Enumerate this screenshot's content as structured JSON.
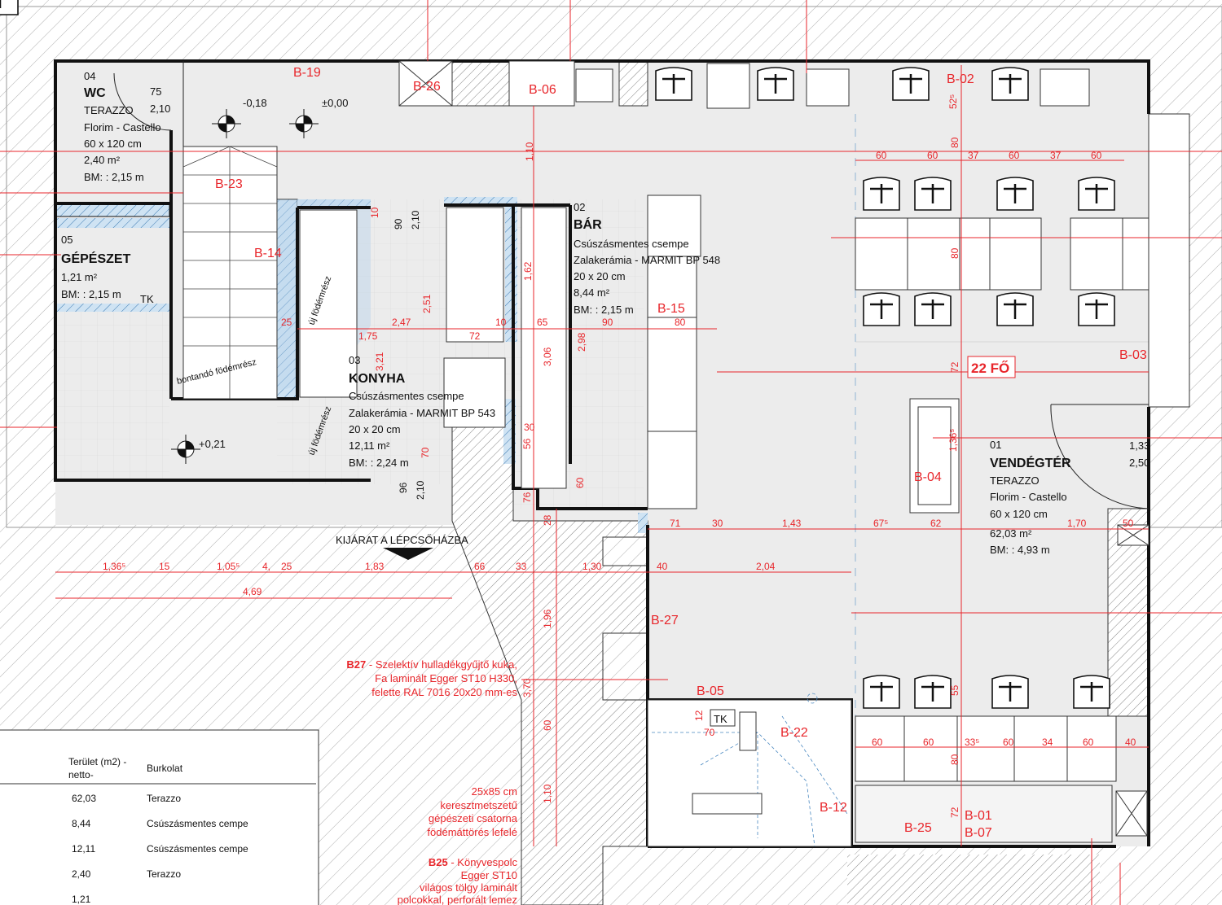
{
  "rooms": {
    "wc": {
      "no": "04",
      "name": "WC",
      "floor": "TERAZZO",
      "product": "Florim - Castello",
      "tile": "60 x 120 cm",
      "area": "2,40 m²",
      "bm": "BM: : 2,15 m",
      "door_w": "75",
      "door_h": "2,10"
    },
    "gepeszet": {
      "no": "05",
      "name": "GÉPÉSZET",
      "area": "1,21 m²",
      "bm": "BM: : 2,15 m",
      "tk": "TK"
    },
    "konyha": {
      "no": "03",
      "name": "KONYHA",
      "floor": "Csúszásmentes csempe",
      "product": "Zalakerámia - MARMIT BP 543",
      "tile": "20 x 20 cm",
      "area": "12,11 m²",
      "bm": "BM: : 2,24 m"
    },
    "bar": {
      "no": "02",
      "name": "BÁR",
      "floor": "Csúszásmentes csempe",
      "product": "Zalakerámia - MARMIT BP 548",
      "tile": "20 x 20 cm",
      "area": "8,44 m²",
      "bm": "BM: : 2,15 m"
    },
    "vendegter": {
      "no": "01",
      "name": "VENDÉGTÉR",
      "floor": "TERAZZO",
      "product": "Florim - Castello",
      "tile": "60 x 120 cm",
      "area": "62,03 m²",
      "bm": "BM: : 4,93 m"
    }
  },
  "tags": [
    "B-19",
    "B-26",
    "B-06",
    "B-02",
    "B-23",
    "B-14",
    "B-15",
    "B-03",
    "B-04",
    "B-27",
    "B-05",
    "B-22",
    "B-12",
    "B-25",
    "B-01",
    "B-07"
  ],
  "levels": [
    "-0,18",
    "±0,00",
    "+0,21"
  ],
  "labels": {
    "capacity": "22 FŐ",
    "exit": "KIJÁRAT A LÉPCSŐHÁZBA",
    "demolish": "bontandó födémrész",
    "new_slab": "új födémrész",
    "tk": "TK"
  },
  "dims_row1": [
    "1,36⁵",
    "15",
    "1,05⁵",
    "4,",
    "25",
    "1,83",
    "66",
    "33",
    "1,30",
    "40",
    "2,04"
  ],
  "dims_total": "4,69",
  "dims_row2": [
    "71",
    "30",
    "1,43",
    "67⁵",
    "62",
    "1,70",
    "50"
  ],
  "seat_dims_top": [
    "60",
    "60",
    "37",
    "60",
    "37",
    "60"
  ],
  "seat_dims_bottom": [
    "60",
    "60",
    "33⁵",
    "60",
    "34",
    "60",
    "40"
  ],
  "dims_misc": [
    "1,10",
    "2,51",
    "2,47",
    "1,75",
    "72",
    "10",
    "65",
    "90",
    "80",
    "25",
    "2,98",
    "3,06",
    "3,21",
    "1,62",
    "30",
    "56",
    "70",
    "96",
    "2,10",
    "60",
    "76",
    "28",
    "1,96",
    "3,70",
    "60",
    "1,10",
    "52⁵",
    "80",
    "80",
    "72",
    "1,36⁵",
    "55",
    "80",
    "72",
    "12",
    "70",
    "90",
    "2,10",
    "10",
    "1,33",
    "2,50"
  ],
  "notes": {
    "b27": {
      "code": "B27",
      "lines": [
        " - Szelektív hulladékgyűjtő kuka,",
        "Fa laminált Egger ST10 H330,",
        "felette RAL 7016 20x20 mm-es"
      ]
    },
    "channel": [
      "25x85 cm",
      "keresztmetszetű",
      "gépészeti csatorna",
      "födémáttörés lefelé"
    ],
    "b25": {
      "code": "B25",
      "lines": [
        " - Könyvespolc",
        "Egger ST10",
        "világos tölgy laminált",
        "polcokkal, perforált lemez"
      ]
    }
  },
  "table": {
    "headers": [
      "Terület (m2) -",
      "netto-",
      "Burkolat"
    ],
    "rows": [
      [
        "62,03",
        "Terazzo"
      ],
      [
        "8,44",
        "Csúszásmentes cempe"
      ],
      [
        "12,11",
        "Csúszásmentes cempe"
      ],
      [
        "2,40",
        "Terazzo"
      ],
      [
        "1,21",
        ""
      ]
    ]
  },
  "colors": {
    "annotation": "#e8262b",
    "wall_blue": "#cfe3f3",
    "floor": "#ececec"
  }
}
